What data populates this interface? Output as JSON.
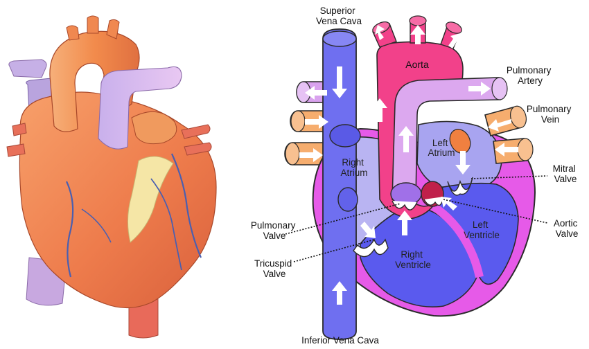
{
  "labels": {
    "superior_vena_cava": [
      "Superior",
      "Vena Cava"
    ],
    "aorta": "Aorta",
    "pulmonary_artery": [
      "Pulmonary",
      "Artery"
    ],
    "pulmonary_vein": [
      "Pulmonary",
      "Vein"
    ],
    "left_atrium": [
      "Left",
      "Atrium"
    ],
    "right_atrium": [
      "Right",
      "Atrium"
    ],
    "mitral_valve": [
      "Mitral",
      "Valve"
    ],
    "aortic_valve": [
      "Aortic",
      "Valve"
    ],
    "pulmonary_valve": [
      "Pulmonary",
      "Valve"
    ],
    "tricuspid_valve": [
      "Tricuspid",
      "Valve"
    ],
    "left_ventricle": [
      "Left",
      "Ventricle"
    ],
    "right_ventricle": [
      "Right",
      "Ventricle"
    ],
    "inferior_vena_cava": "Inferior Vena Cava"
  },
  "colors": {
    "vena_cava": "#6f6ff0",
    "aorta": "#f2418a",
    "pulmonary_artery": "#dca8ef",
    "pulmonary_vein": "#f6ad6e",
    "atrium_right": "#b9b4f2",
    "atrium_left": "#a8a4f0",
    "ventricle": "#5a5aee",
    "wall": "#e65ae8",
    "illustration_heart": "#f08850"
  }
}
